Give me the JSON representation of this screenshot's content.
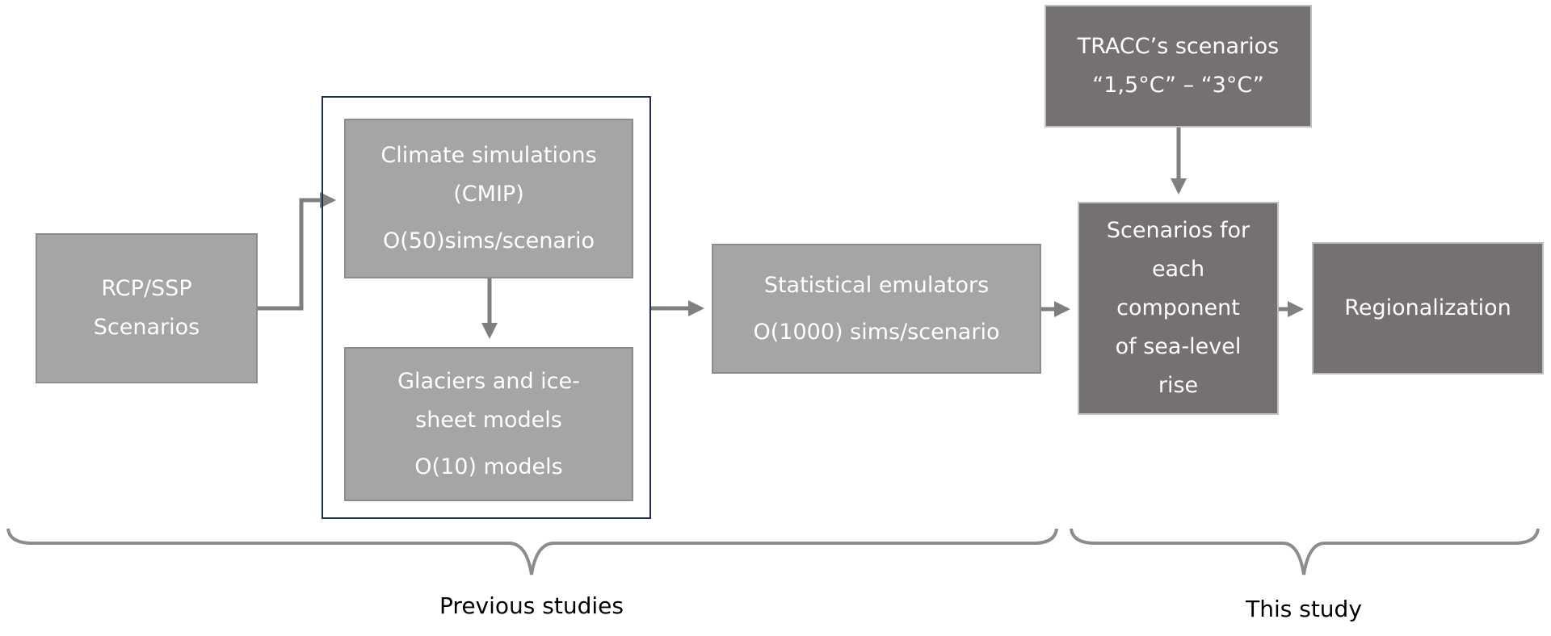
{
  "diagram": {
    "nodes": {
      "rcp": {
        "lines": [
          "RCP/SSP",
          "Scenarios"
        ]
      },
      "climate": {
        "lines": [
          "Climate simulations",
          "(CMIP)",
          "O(50)sims/scenario"
        ]
      },
      "glaciers": {
        "lines": [
          "Glaciers and ice-",
          "sheet models",
          "O(10) models"
        ]
      },
      "statistical": {
        "lines": [
          "Statistical emulators",
          "O(1000) sims/scenario"
        ]
      },
      "tracc": {
        "lines": [
          "TRACC’s scenarios",
          "“1,5°C” – “3°C”"
        ]
      },
      "components": {
        "lines": [
          "Scenarios for",
          "each",
          "component",
          "of sea-level",
          "rise"
        ]
      },
      "regionalization": {
        "lines": [
          "Regionalization"
        ]
      }
    },
    "edges": [
      {
        "from": "rcp",
        "to": "climate"
      },
      {
        "from": "climate",
        "to": "glaciers"
      },
      {
        "from": "previous-models-group",
        "to": "statistical"
      },
      {
        "from": "statistical",
        "to": "components"
      },
      {
        "from": "tracc",
        "to": "components"
      },
      {
        "from": "components",
        "to": "regionalization"
      }
    ],
    "groups": {
      "previous": {
        "label": "Previous studies"
      },
      "this": {
        "label": "This study"
      }
    },
    "colors": {
      "light_box": "#a5a5a5",
      "dark_box": "#767171",
      "arrow": "#7f7f7f",
      "frame": "#1f2e4d",
      "brace": "#7f7f7f"
    }
  }
}
